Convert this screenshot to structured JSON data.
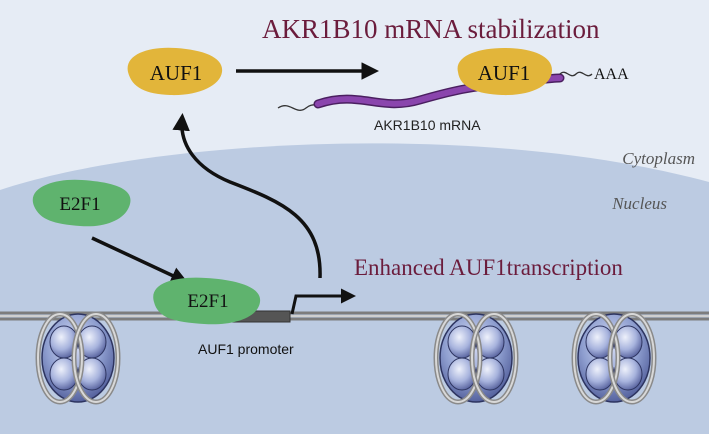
{
  "labels": {
    "title": "AKR1B10 mRNA stabilization",
    "auf1_cytoplasm": "AUF1",
    "auf1_bound": "AUF1",
    "poly_a": "AAA",
    "mrna": "AKR1B10 mRNA",
    "cytoplasm": "Cytoplasm",
    "nucleus": "Nucleus",
    "e2f1_free": "E2F1",
    "e2f1_bound": "E2F1",
    "transcription": "Enhanced AUF1transcription",
    "promoter": "AUF1 promoter"
  },
  "colors": {
    "cytoplasm_bg": "#e6ecf5",
    "nucleus_bg": "#bccbe2",
    "title_text": "#6b1c3c",
    "auf1_fill": "#e2b53a",
    "e2f1_fill": "#5fb36e",
    "mrna": "#7a3a9a",
    "nucleosome": "#8f9fd0",
    "dna": "#9a9a9a"
  }
}
